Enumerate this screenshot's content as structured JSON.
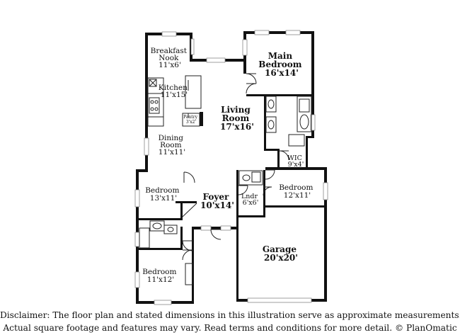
{
  "rooms": [
    {
      "id": "breakfast-nook",
      "lines": [
        "Breakfast",
        "Nook",
        "11'x6'"
      ]
    },
    {
      "id": "main-bedroom",
      "lines": [
        "Main",
        "Bedroom",
        "16'x14'"
      ]
    },
    {
      "id": "kitchen",
      "lines": [
        "Kitchen",
        "11'x15'"
      ]
    },
    {
      "id": "pantry",
      "lines": [
        "Pantry",
        "3'x2'"
      ]
    },
    {
      "id": "living-room",
      "lines": [
        "Living",
        "Room",
        "17'x16'"
      ]
    },
    {
      "id": "dining-room",
      "lines": [
        "Dining",
        "Room",
        "11'x11'"
      ]
    },
    {
      "id": "wic",
      "lines": [
        "WIC",
        "9'x4'"
      ]
    },
    {
      "id": "bedroom-2",
      "lines": [
        "Bedroom",
        "13'x11'"
      ]
    },
    {
      "id": "foyer",
      "lines": [
        "Foyer",
        "10'x14'"
      ]
    },
    {
      "id": "laundry",
      "lines": [
        "Lndr",
        "6'x6'"
      ]
    },
    {
      "id": "bedroom-3",
      "lines": [
        "Bedroom",
        "12'x11'"
      ]
    },
    {
      "id": "garage",
      "lines": [
        "Garage",
        "20'x20'"
      ]
    },
    {
      "id": "bedroom-4",
      "lines": [
        "Bedroom",
        "11'x12'"
      ]
    }
  ],
  "disclaimer": {
    "line1": "Disclaimer: The floor plan and stated dimensions in this illustration serve as approximate measurements.",
    "line2": "Actual square footage and features may vary. Read terms and conditions for more detail. © PlanOmatic"
  }
}
